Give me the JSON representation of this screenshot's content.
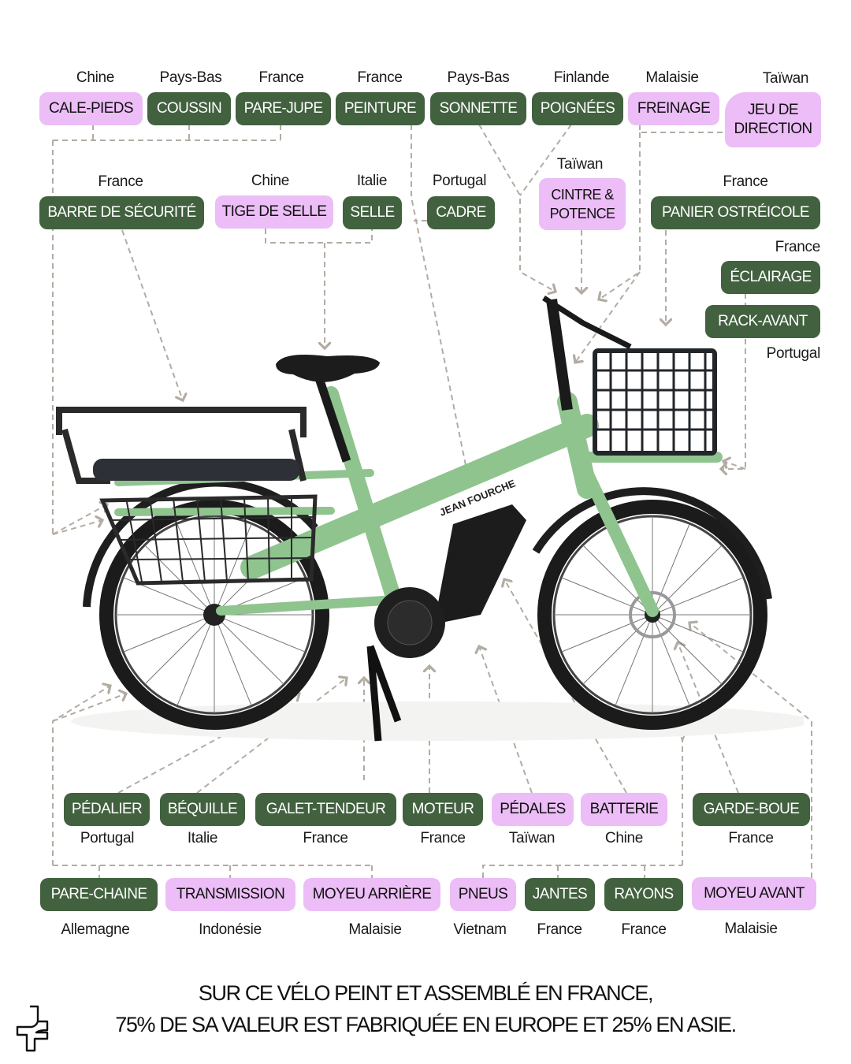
{
  "colors": {
    "made_in_europe_chip": "#42613f",
    "made_in_asia_chip": "#ecbdf6",
    "connector_line": "#b3aca3",
    "frame": "#8fc48f",
    "background": "#ffffff"
  },
  "bike": {
    "frame_brand": "JEAN FOURCHE",
    "frame_color_name": "vert"
  },
  "top_row": [
    {
      "part": "CALE-PIEDS",
      "country": "Chine",
      "origin": "asia"
    },
    {
      "part": "COUSSIN",
      "country": "Pays-Bas",
      "origin": "europe"
    },
    {
      "part": "PARE-JUPE",
      "country": "France",
      "origin": "europe"
    },
    {
      "part": "PEINTURE",
      "country": "France",
      "origin": "europe"
    },
    {
      "part": "SONNETTE",
      "country": "Pays-Bas",
      "origin": "europe"
    },
    {
      "part": "POIGNÉES",
      "country": "Finlande",
      "origin": "europe"
    },
    {
      "part": "FREINAGE",
      "country": "Malaisie",
      "origin": "asia"
    },
    {
      "part": "JEU DE DIRECTION",
      "country": "Taïwan",
      "origin": "asia"
    }
  ],
  "second_row": [
    {
      "part": "BARRE DE SÉCURITÉ",
      "country": "France",
      "origin": "europe"
    },
    {
      "part": "TIGE DE SELLE",
      "country": "Chine",
      "origin": "asia"
    },
    {
      "part": "SELLE",
      "country": "Italie",
      "origin": "europe"
    },
    {
      "part": "CADRE",
      "country": "Portugal",
      "origin": "europe"
    },
    {
      "part": "CINTRE & POTENCE",
      "country": "Taïwan",
      "origin": "asia"
    },
    {
      "part": "PANIER OSTRÉICOLE",
      "country": "France",
      "origin": "europe"
    }
  ],
  "right_column": [
    {
      "part": "ÉCLAIRAGE",
      "country": "France",
      "origin": "europe"
    },
    {
      "part": "RACK-AVANT",
      "country": "Portugal",
      "origin": "europe"
    }
  ],
  "bottom_row_1": [
    {
      "part": "PÉDALIER",
      "country": "Portugal",
      "origin": "europe"
    },
    {
      "part": "BÉQUILLE",
      "country": "Italie",
      "origin": "europe"
    },
    {
      "part": "GALET-TENDEUR",
      "country": "France",
      "origin": "europe"
    },
    {
      "part": "MOTEUR",
      "country": "France",
      "origin": "europe"
    },
    {
      "part": "PÉDALES",
      "country": "Taïwan",
      "origin": "asia"
    },
    {
      "part": "BATTERIE",
      "country": "Chine",
      "origin": "asia"
    },
    {
      "part": "GARDE-BOUE",
      "country": "France",
      "origin": "europe"
    }
  ],
  "bottom_row_2": [
    {
      "part": "PARE-CHAINE",
      "country": "Allemagne",
      "origin": "europe"
    },
    {
      "part": "TRANSMISSION",
      "country": "Indonésie",
      "origin": "asia"
    },
    {
      "part": "MOYEU ARRIÈRE",
      "country": "Malaisie",
      "origin": "asia"
    },
    {
      "part": "PNEUS",
      "country": "Vietnam",
      "origin": "asia"
    },
    {
      "part": "JANTES",
      "country": "France",
      "origin": "europe"
    },
    {
      "part": "RAYONS",
      "country": "France",
      "origin": "europe"
    },
    {
      "part": "MOYEU AVANT",
      "country": "Malaisie",
      "origin": "asia"
    }
  ],
  "caption": {
    "line1": "SUR CE VÉLO PEINT ET ASSEMBLÉ EN FRANCE,",
    "line2": "75% DE SA VALEUR EST FABRIQUÉE EN EUROPE ET 25% EN ASIE."
  },
  "logo": {
    "icon": "cross-logo-icon"
  }
}
